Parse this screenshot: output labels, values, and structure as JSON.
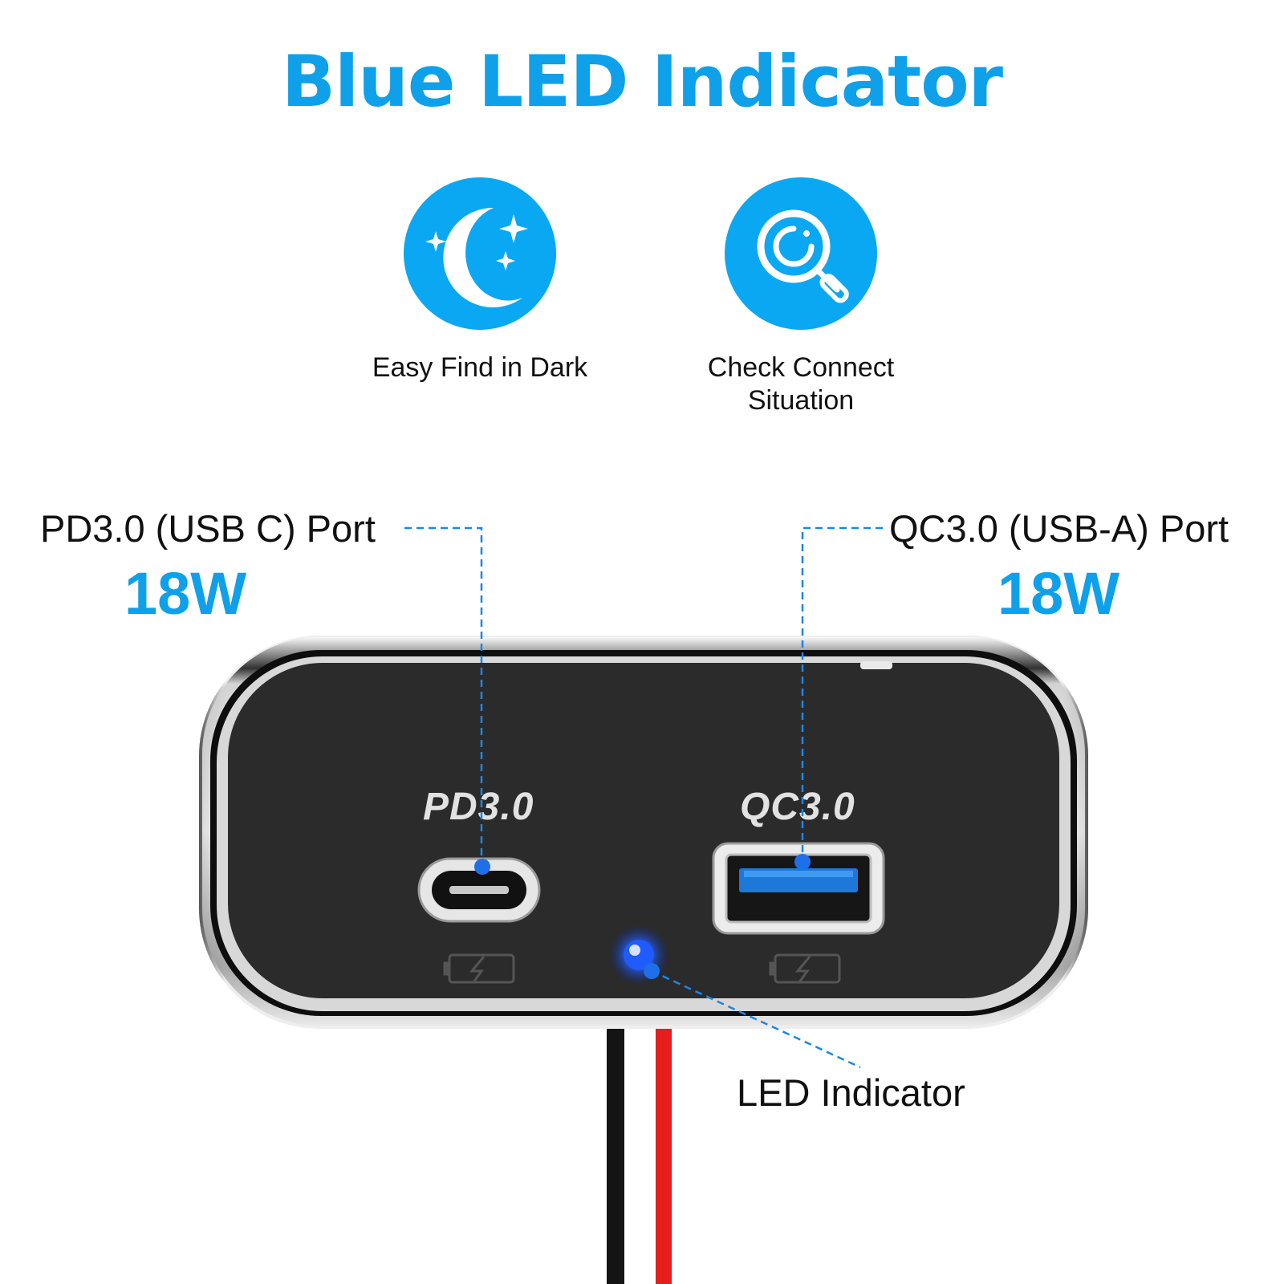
{
  "header": {
    "title": "Blue LED Indicator"
  },
  "features": [
    {
      "label": "Easy Find in Dark",
      "icon": "moon-stars-icon"
    },
    {
      "label_line1": "Check Connect",
      "label_line2": "Situation",
      "icon": "magnifier-icon"
    }
  ],
  "ports": {
    "left": {
      "label": "PD3.0 (USB C) Port",
      "power": "18W",
      "device_marking": "PD3.0"
    },
    "right": {
      "label": "QC3.0 (USB-A) Port",
      "power": "18W",
      "device_marking": "QC3.0"
    }
  },
  "indicator": {
    "label": "LED Indicator"
  },
  "colors": {
    "accent": "#0fa0ea",
    "icon_circle": "#0aa8f3",
    "panel": "#2b2b2b",
    "led": "#1f5bff",
    "wire_black": "#141414",
    "wire_red": "#e51d1d",
    "usb_a_tongue": "#1e78d8"
  }
}
